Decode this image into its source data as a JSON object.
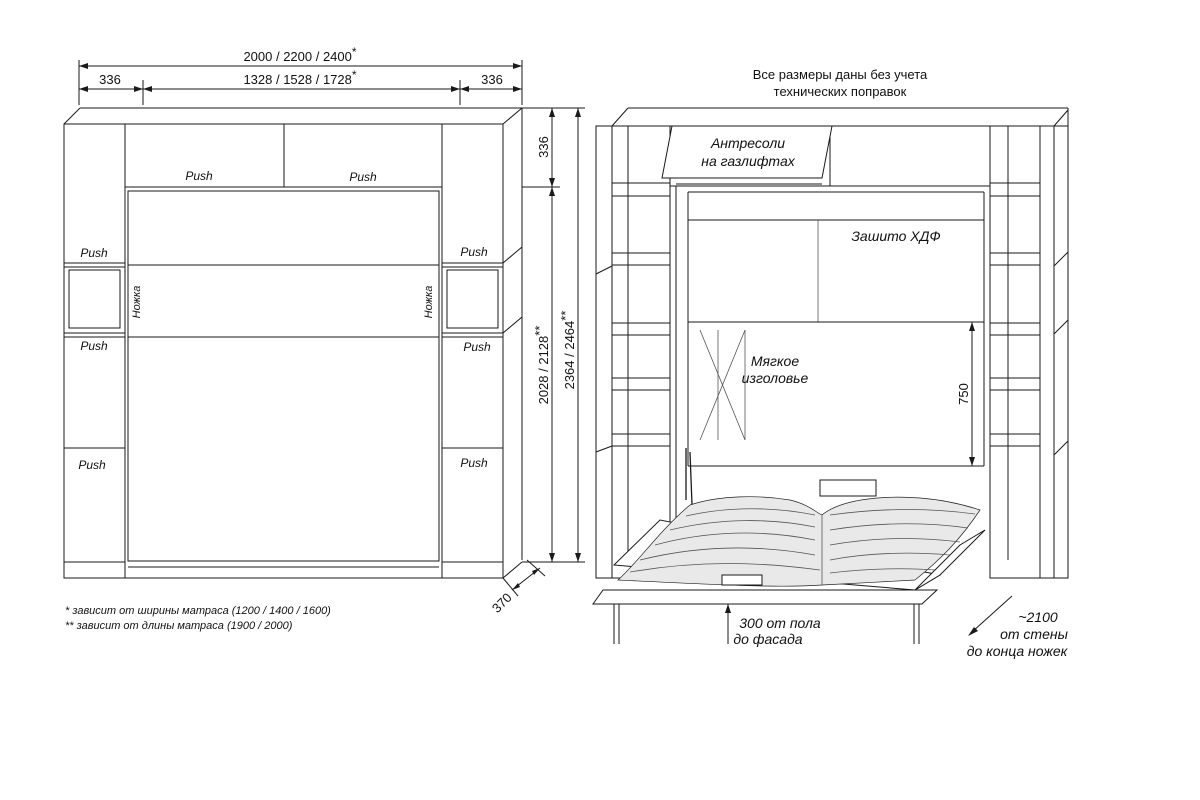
{
  "dims": {
    "total_width": "2000 / 2200 / 2400",
    "total_width_mark": "*",
    "side_left": "336",
    "bed_width": "1328 / 1528 / 1728",
    "bed_width_mark": "*",
    "side_right": "336",
    "top_height": "336",
    "bed_height": "2028 / 2128",
    "bed_height_mark": "**",
    "total_height": "2364 / 2464",
    "total_height_mark": "**",
    "depth": "370",
    "headboard_height": "750"
  },
  "labels": {
    "push": "Push",
    "leg": "Ножка",
    "note_line1": "Все размеры даны без учета",
    "note_line2": "технических поправок",
    "mezzanine_line1": "Антресоли",
    "mezzanine_line2": "на газлифтах",
    "hdf": "Зашито ХДФ",
    "soft_line1": "Мягкое",
    "soft_line2": "изголовье",
    "floor_line1": "300 от пола",
    "floor_line2": "до фасада",
    "wall_line1": "~2100",
    "wall_line2": "от стены",
    "wall_line3": "до конца ножек"
  },
  "footnotes": {
    "single": "* зависит от ширины матраса (1200 / 1400 / 1600)",
    "double": "** зависит от длины матраса (1900 / 2000)"
  }
}
